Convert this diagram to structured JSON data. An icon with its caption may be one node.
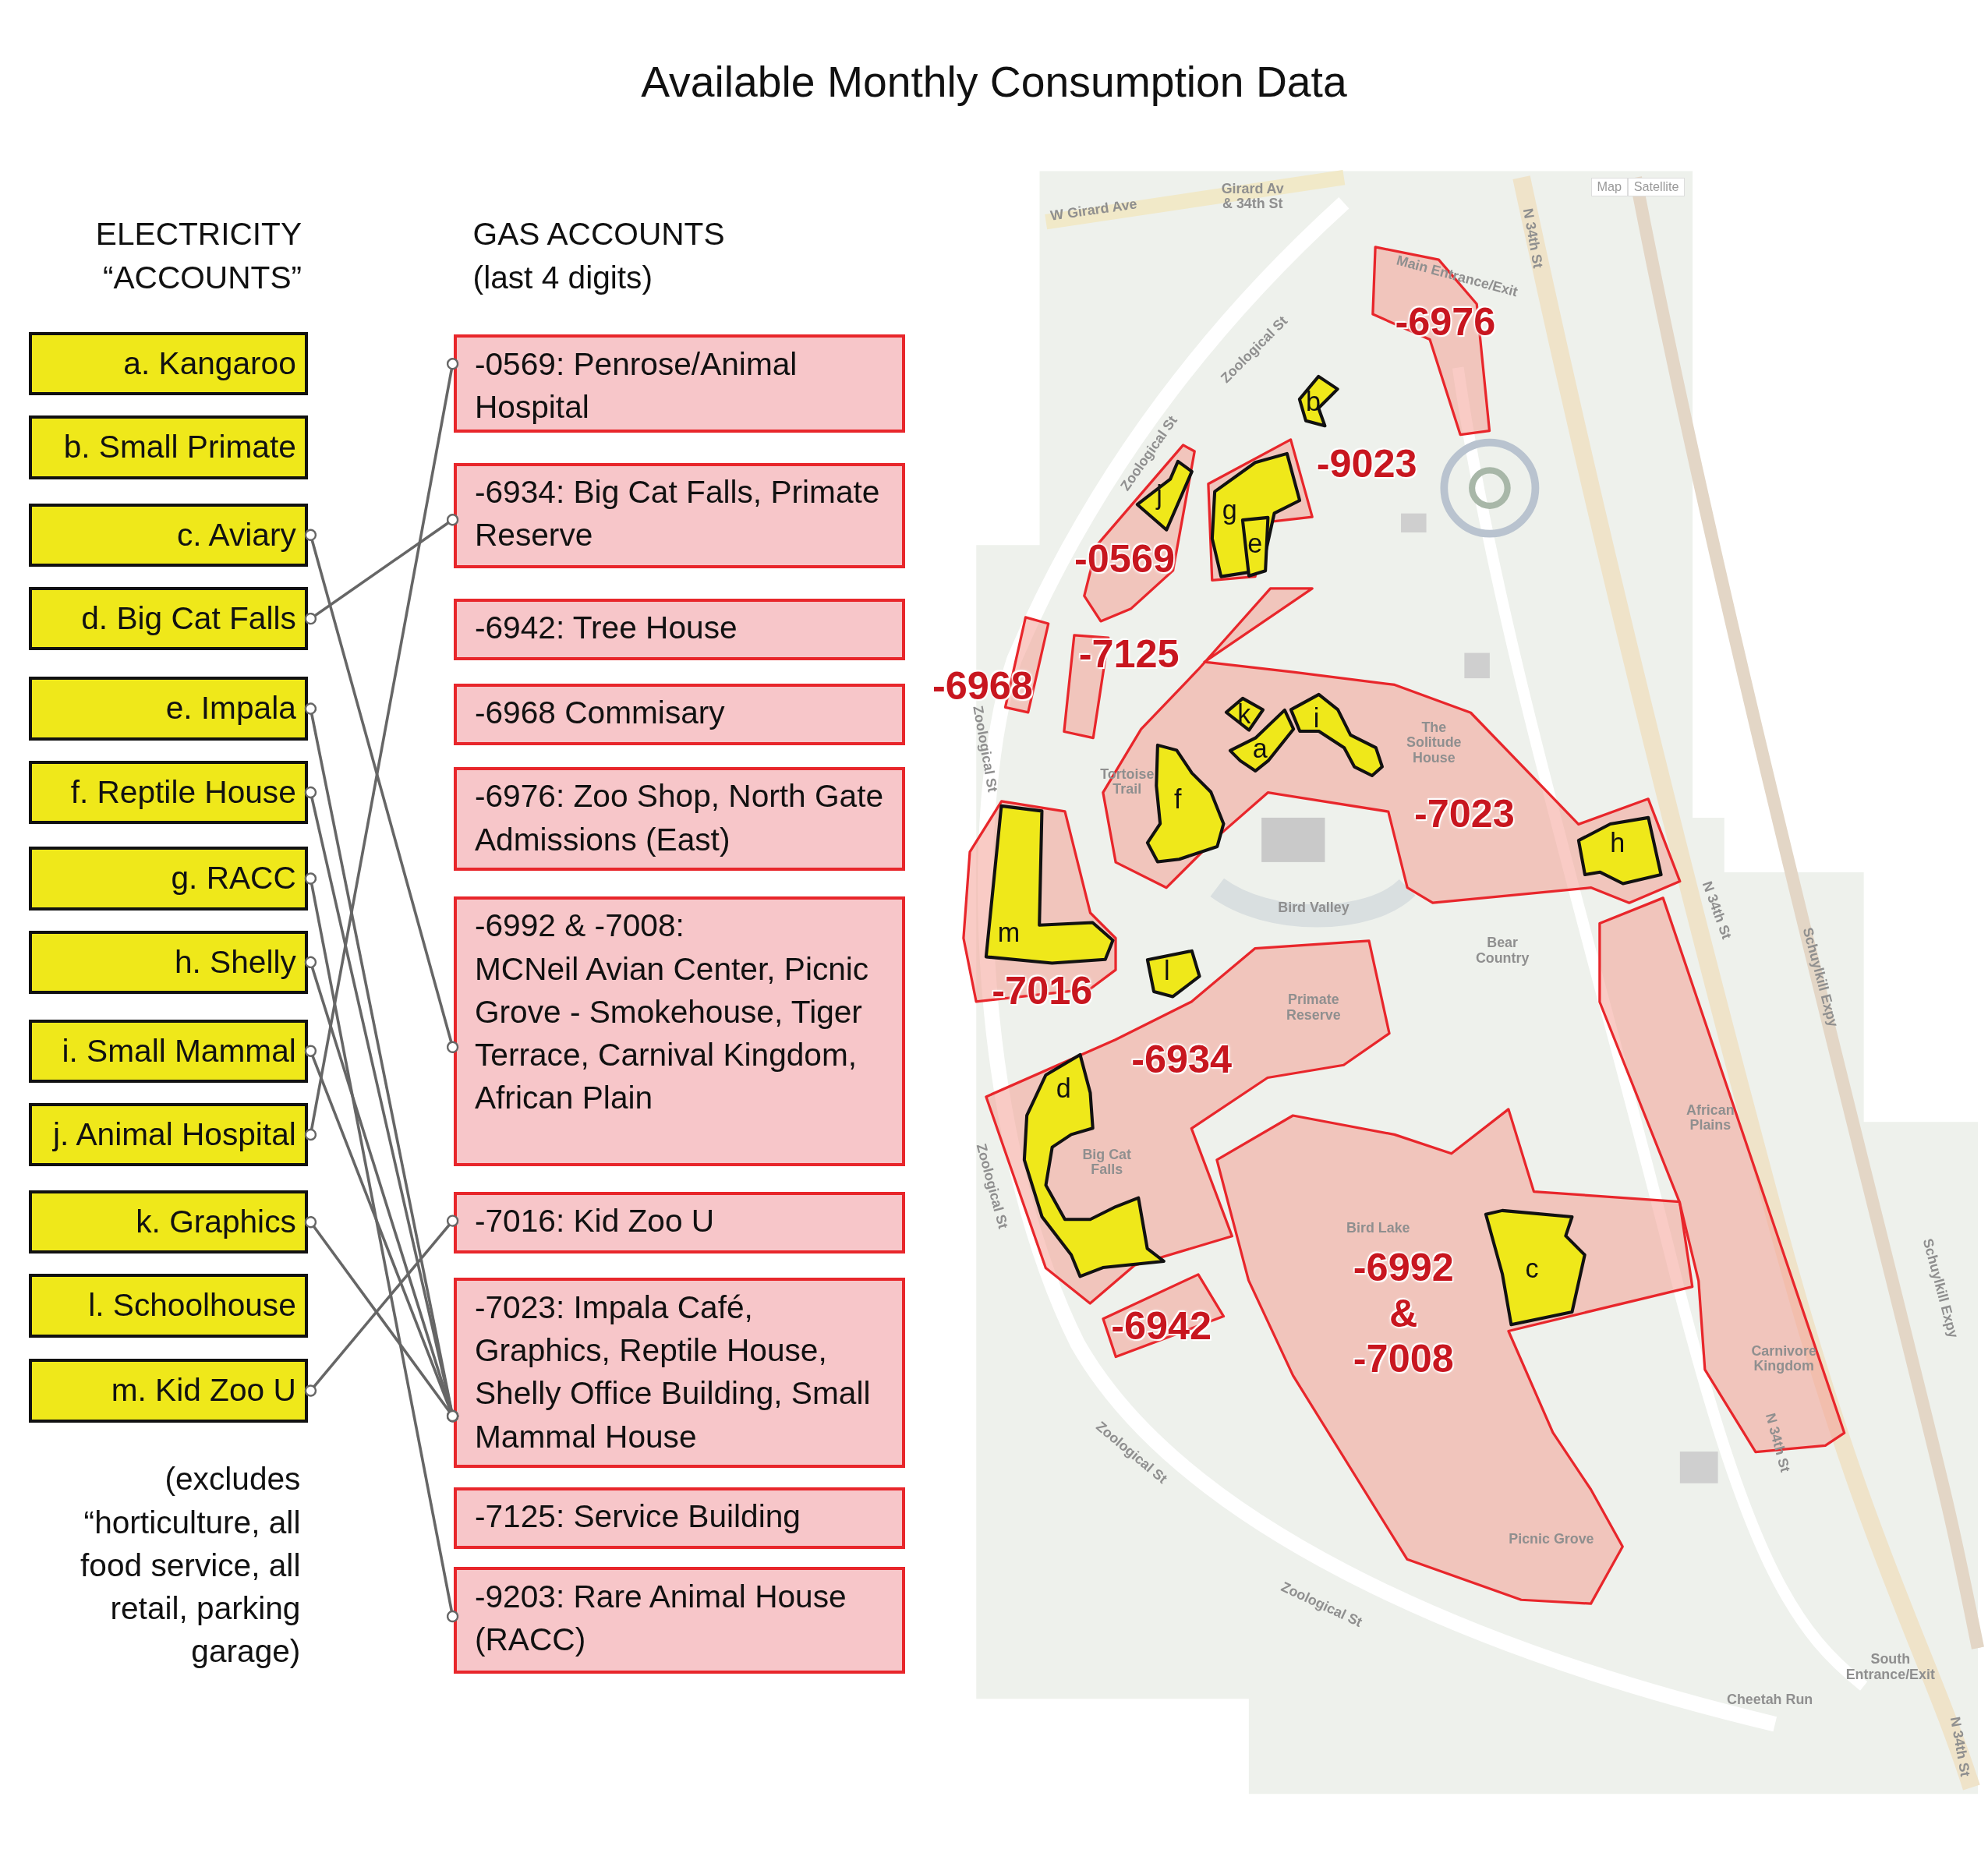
{
  "diagram": {
    "title": "Available Monthly Consumption Data",
    "nodes": [
      {
        "text": [
          "a. Kangaroo"
        ]
      },
      {
        "text": [
          "b. Small Primate"
        ]
      },
      {
        "text": [
          "c. Aviary"
        ]
      },
      {
        "text": [
          "d. Big Cat Falls"
        ]
      },
      {
        "text": [
          "e. Impala"
        ]
      },
      {
        "text": [
          "f. Reptile House"
        ]
      },
      {
        "text": [
          "g. RACC"
        ]
      },
      {
        "text": [
          "h. Shelly"
        ]
      },
      {
        "text": [
          "i. Small Mammal"
        ]
      },
      {
        "text": [
          "j. Animal Hospital"
        ]
      },
      {
        "text": [
          "k. Graphics"
        ]
      },
      {
        "text": [
          "l. Schoolhouse"
        ]
      },
      {
        "text": [
          "m. Kid Zoo U"
        ]
      },
      {
        "text": [
          "-0569: Penrose/Animal Hospital"
        ]
      },
      {
        "text": [
          "-6934: Big Cat Falls, Primate Reserve"
        ]
      },
      {
        "text": [
          "-6942: Tree House"
        ]
      },
      {
        "text": [
          "-6968 Commisary"
        ]
      },
      {
        "text": [
          "-6976: Zoo Shop, North Gate Admissions (East)"
        ]
      },
      {
        "text": [
          "-6992 & -7008:",
          "MCNeil Avian Center, Picnic Grove - Smokehouse, Tiger Terrace, Carnival Kingdom, African Plain"
        ]
      },
      {
        "text": [
          "-7016: Kid Zoo U"
        ]
      },
      {
        "text": [
          "-7023: Impala Café, Graphics, Reptile House, Shelly Office Building, Small Mammal House"
        ]
      },
      {
        "text": [
          "-7125: Service Building"
        ]
      },
      {
        "text": [
          "-9203: Rare Animal House (RACC)"
        ]
      },
      {
        "text": [
          "-6976"
        ]
      },
      {
        "text": [
          "b"
        ]
      },
      {
        "text": [
          "-9023"
        ]
      },
      {
        "text": [
          "g"
        ],
        "in": 25
      },
      {
        "text": [
          "e"
        ],
        "in": 26
      },
      {
        "text": [
          "-0569"
        ]
      },
      {
        "text": [
          "j"
        ],
        "in": 28
      },
      {
        "text": [
          "-7125"
        ]
      },
      {
        "text": [
          "-6968"
        ]
      },
      {
        "text": [
          "-7023"
        ]
      },
      {
        "text": [
          "k"
        ],
        "in": 32
      },
      {
        "text": [
          "i"
        ],
        "in": 32
      },
      {
        "text": [
          "a"
        ],
        "in": 32
      },
      {
        "text": [
          "f"
        ],
        "in": 32
      },
      {
        "text": [
          "h"
        ],
        "in": 32
      },
      {
        "text": [
          "-7016"
        ]
      },
      {
        "text": [
          "m"
        ],
        "in": 38
      },
      {
        "text": [
          "l"
        ]
      },
      {
        "text": [
          "-6934"
        ]
      },
      {
        "text": [
          "d"
        ],
        "in": 41
      },
      {
        "text": [],
        "shape": "polygon"
      },
      {
        "text": [
          "-6992 & -7008"
        ]
      },
      {
        "text": [
          "c"
        ],
        "in": 44
      },
      {
        "text": [
          "-6942"
        ]
      }
    ],
    "edges": [
      {
        "from": 2,
        "to": 18,
        "arrow": "other"
      },
      {
        "from": 3,
        "to": 14,
        "arrow": "other"
      },
      {
        "from": 4,
        "to": 20,
        "arrow": "other"
      },
      {
        "from": 5,
        "to": 20,
        "arrow": "other"
      },
      {
        "from": 6,
        "to": 22,
        "arrow": "other"
      },
      {
        "from": 7,
        "to": 20,
        "arrow": "other"
      },
      {
        "from": 8,
        "to": 20,
        "arrow": "other"
      },
      {
        "from": 9,
        "to": 13,
        "arrow": "other"
      },
      {
        "from": 10,
        "to": 20,
        "arrow": "other"
      },
      {
        "from": 12,
        "to": 19,
        "arrow": "other"
      }
    ],
    "labels": [
      "ELECTRICITY “ACCOUNTS”",
      "GAS ACCOUNTS (last 4 digits)",
      "Map",
      "Satellite",
      "W Girard Ave",
      "Girard Av & 34th St",
      "N 34th St",
      "Main Entrance/Exit",
      "Zoological St",
      "Zoological St",
      "The Solitude House",
      "Tortoise Trail",
      "Zoological St",
      "Bird Valley",
      "N 34th St",
      "Schuylkill Expy",
      "Bear Country",
      "Primate Reserve",
      "African Plains",
      "Big Cat Falls",
      "Zoological St",
      "Bird Lake",
      "Schuylkill Expy",
      "Carnivore Kingdom",
      "N 34th St",
      "Zoological St",
      "Picnic Grove",
      "Zoological St",
      "South Entrance/Exit",
      "Cheetah Run",
      "N 34th St",
      "(excludes “horticulture, all food service, all retail, parking garage)"
    ]
  }
}
